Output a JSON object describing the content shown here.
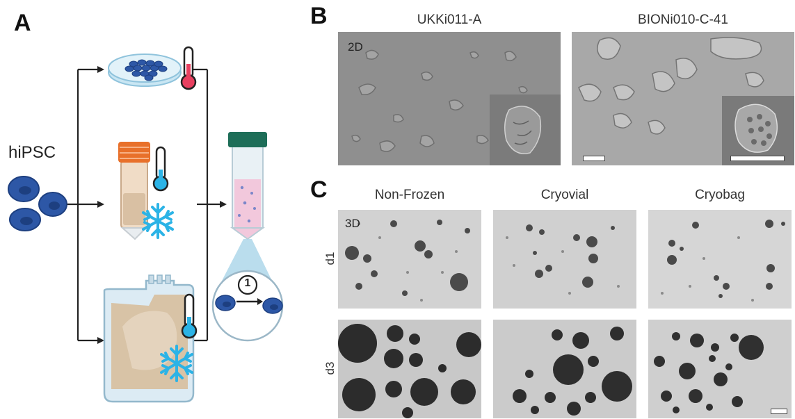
{
  "panels": {
    "a": "A",
    "b": "B",
    "c": "C"
  },
  "panel_a": {
    "cell_label": "hiPSC",
    "step_marker": "1"
  },
  "panel_b": {
    "columns": [
      "UKKi011-A",
      "BIONi010-C-41"
    ],
    "tag": "2D"
  },
  "panel_c": {
    "columns": [
      "Non-Frozen",
      "Cryovial",
      "Cryobag"
    ],
    "rows": [
      "d1",
      "d3"
    ],
    "tag": "3D"
  },
  "colors": {
    "cell_blue": "#2d57a6",
    "snowflake": "#2bb3e6",
    "thermo_red": "#e84060",
    "vial_cap": "#e8702a",
    "tube_cap": "#1e6e58",
    "tube_liquid": "#f2c8dc"
  }
}
